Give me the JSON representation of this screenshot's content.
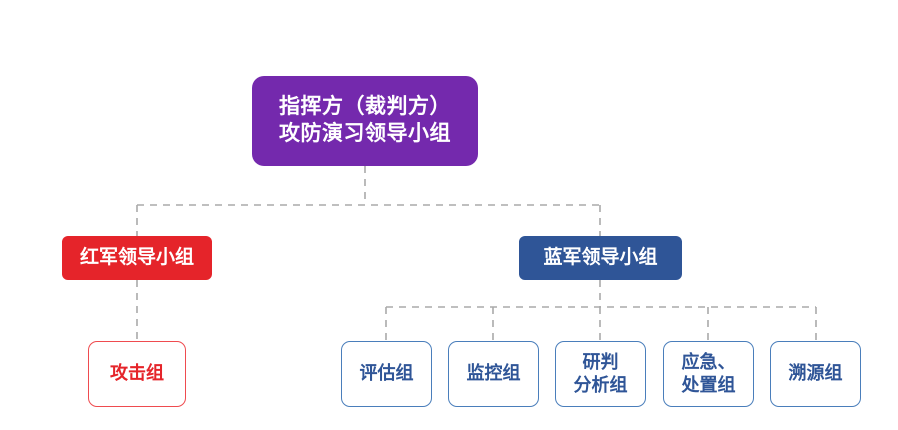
{
  "diagram": {
    "title_text": "指挥方（裁判方）\n攻防演习领导小组",
    "colors": {
      "root_fill": "#7429ad",
      "red_fill": "#e5242a",
      "blue_fill": "#2f5597",
      "red_outline": "#ef4b4f",
      "blue_outline": "#4a7ebb",
      "connector": "#aaaaaa"
    },
    "root": {
      "label": "指挥方（裁判方）\n攻防演习领导小组"
    },
    "branches": [
      {
        "id": "red",
        "label": "红军领导小组",
        "children": [
          {
            "label": "攻击组"
          }
        ]
      },
      {
        "id": "blue",
        "label": "蓝军领导小组",
        "children": [
          {
            "label": "评估组"
          },
          {
            "label": "监控组"
          },
          {
            "label": "研判\n分析组"
          },
          {
            "label": "应急、\n处置组"
          },
          {
            "label": "溯源组"
          }
        ]
      }
    ]
  }
}
